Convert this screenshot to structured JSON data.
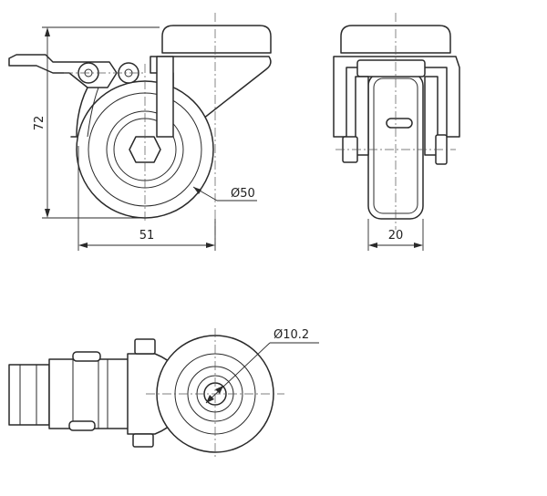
{
  "dimensions": {
    "height_72": "72",
    "width_51": "51",
    "wheel_diameter": "Ø50",
    "wheel_width": "20",
    "bolt_hole_diameter": "Ø10.2"
  }
}
